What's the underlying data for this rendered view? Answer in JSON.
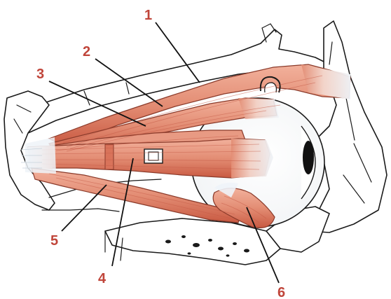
{
  "colors": {
    "label": "#c0453a",
    "muscle_light": "#eba08a",
    "muscle_dark": "#c95a42",
    "tendon": "#e6eef5",
    "bone_outline": "#1a1a1a"
  },
  "labels": {
    "l1": "1",
    "l2": "2",
    "l3": "3",
    "l4": "4",
    "l5": "5",
    "l6": "6"
  }
}
